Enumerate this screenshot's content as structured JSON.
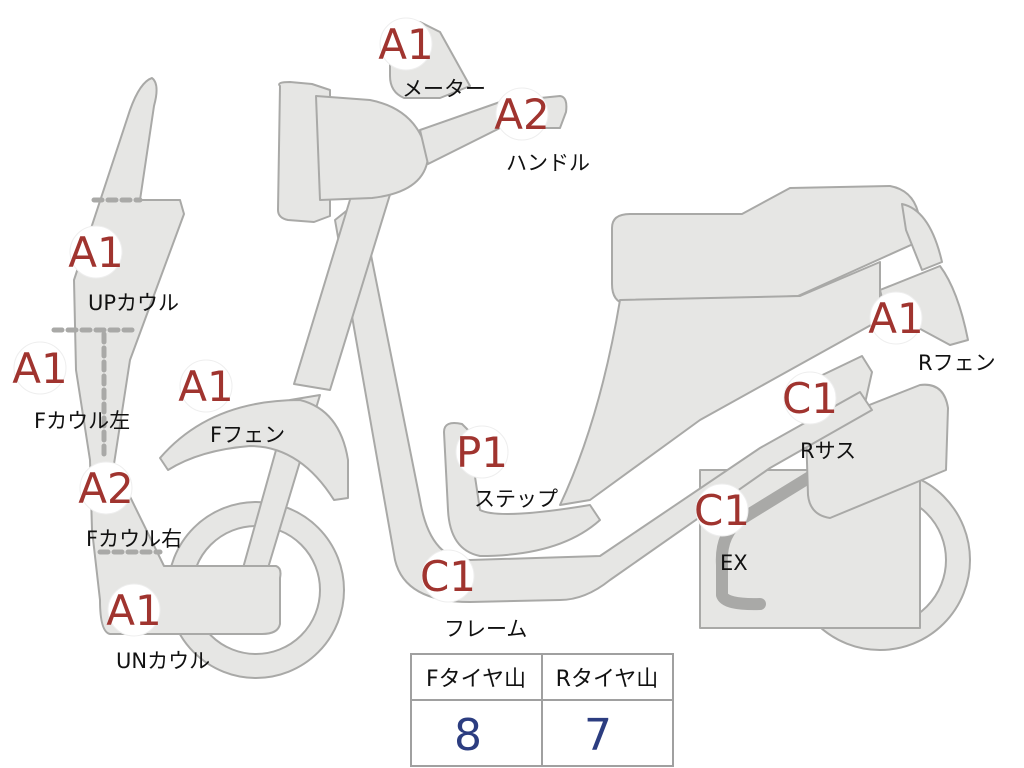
{
  "colors": {
    "part_fill": "#e6e6e4",
    "part_stroke": "#a9a9a7",
    "grade": "#a0342f",
    "value": "#2c3d80",
    "table_border": "#a0a0a0"
  },
  "parts": [
    {
      "grade": "A1",
      "label": "メーター"
    },
    {
      "grade": "A2",
      "label": "ハンドル"
    },
    {
      "grade": "A1",
      "label": "UPカウル"
    },
    {
      "grade": "A1",
      "label": "Fカウル左"
    },
    {
      "grade": "A2",
      "label": "Fカウル右"
    },
    {
      "grade": "A1",
      "label": "UNカウル"
    },
    {
      "grade": "A1",
      "label": "Fフェン"
    },
    {
      "grade": "P1",
      "label": "ステップ"
    },
    {
      "grade": "C1",
      "label": "フレーム"
    },
    {
      "grade": "C1",
      "label": "EX"
    },
    {
      "grade": "C1",
      "label": "Rサス"
    },
    {
      "grade": "A1",
      "label": "Rフェン"
    }
  ],
  "tire_table": {
    "headers": [
      "Fタイヤ山",
      "Rタイヤ山"
    ],
    "values": [
      "8",
      "7"
    ]
  }
}
